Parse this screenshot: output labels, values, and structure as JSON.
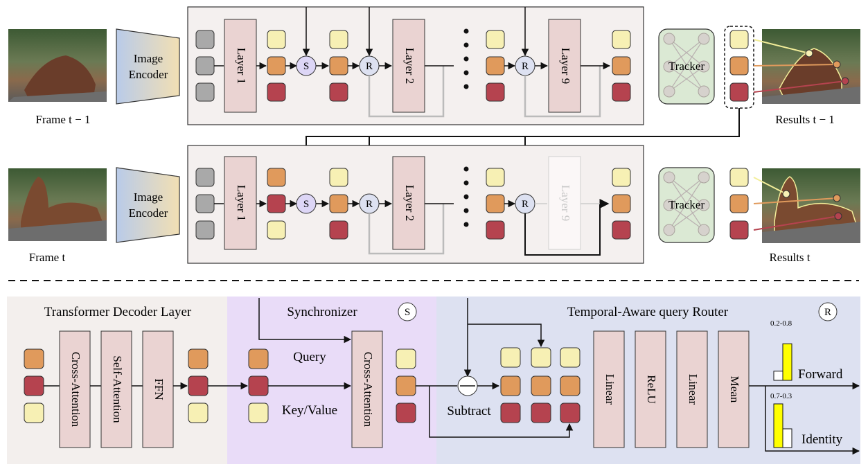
{
  "frames": [
    {
      "caption": "Frame $t-1$",
      "encoder": [
        "Image",
        "Encoder"
      ],
      "layers": [
        "Layer 1",
        "Layer 2",
        "Layer 9"
      ],
      "nodes": [
        "S",
        "R",
        "R"
      ],
      "tracker": "Tracker",
      "results": "Results $t-1$"
    },
    {
      "caption": "Frame $t$",
      "encoder": [
        "Image",
        "Encoder"
      ],
      "layers": [
        "Layer 1",
        "Layer 2",
        "Layer 9"
      ],
      "nodes": [
        "S",
        "R",
        "R"
      ],
      "tracker": "Tracker",
      "results": "Results $t$"
    }
  ],
  "captions": {
    "frame_prev": "Frame t − 1",
    "frame_cur": "Frame t",
    "results_prev": "Results t − 1",
    "results_cur": "Results t"
  },
  "decoder_panel": {
    "title": "Transformer Decoder Layer",
    "blocks": [
      "Cross-Attention",
      "Self-Attention",
      "FFN"
    ]
  },
  "sync_panel": {
    "title": "Synchronizer",
    "badge": "S",
    "query": "Query",
    "keyvalue": "Key/Value",
    "block": "Cross-Attention"
  },
  "router_panel": {
    "title": "Temporal-Aware query Router",
    "badge": "R",
    "subtract": "Subtract",
    "blocks": [
      "Linear",
      "ReLU",
      "Linear",
      "Mean"
    ],
    "forward": {
      "label": "Forward",
      "prob": "0.2-0.8",
      "values": [
        0.2,
        0.8
      ]
    },
    "identity": {
      "label": "Identity",
      "prob": "0.7-0.3",
      "values": [
        0.7,
        0.3
      ]
    }
  },
  "colors": {
    "query_yellow": "#f7f0b4",
    "query_orange": "#e09a5c",
    "query_red": "#b5434f",
    "query_gray": "#a9a9a9",
    "layer_fill": "#ead3d2",
    "tracker_fill": "#dbe9d4",
    "decoder_bg": "#f3efed",
    "sync_bg": "#e9dcf8",
    "router_bg": "#dde1f1",
    "bar_yellow": "#ffff00"
  }
}
